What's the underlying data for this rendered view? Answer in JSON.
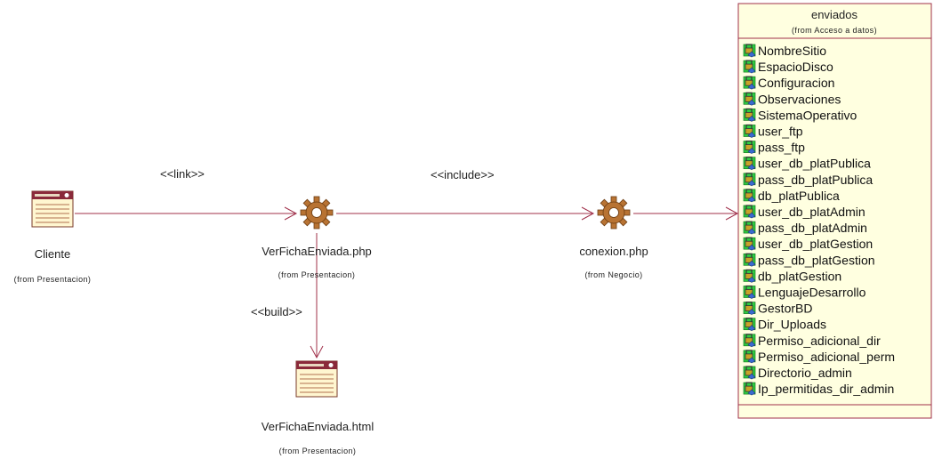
{
  "nodes": {
    "cliente": {
      "name": "Cliente",
      "from": "(from Presentacion)"
    },
    "verficha_php": {
      "name": "VerFichaEnviada.php",
      "from": "(from Presentacion)"
    },
    "verficha_html": {
      "name": "VerFichaEnviada.html",
      "from": "(from Presentacion)"
    },
    "conexion": {
      "name": "conexion.php",
      "from": "(from Negocio)"
    }
  },
  "relations": {
    "link": "<<link>>",
    "include": "<<include>>",
    "build": "<<build>>"
  },
  "class_box": {
    "name": "enviados",
    "from": "(from Acceso a datos)",
    "attributes": [
      "NombreSitio",
      "EspacioDisco",
      "Configuracion",
      "Observaciones",
      "SistemaOperativo",
      "user_ftp",
      "pass_ftp",
      "user_db_platPublica",
      "pass_db_platPublica",
      "db_platPublica",
      "user_db_platAdmin",
      "pass_db_platAdmin",
      "user_db_platGestion",
      "pass_db_platGestion",
      "db_platGestion",
      "LenguajeDesarrollo",
      "GestorBD",
      "Dir_Uploads",
      "Permiso_adicional_dir",
      "Permiso_adicional_perm",
      "Directorio_admin",
      "Ip_permitidas_dir_admin"
    ]
  },
  "colors": {
    "line": "#a0304a",
    "box_fill": "#ffffe0",
    "box_border": "#a0304a",
    "gear": "#b87333",
    "attr_icon": "#2ecc40"
  }
}
